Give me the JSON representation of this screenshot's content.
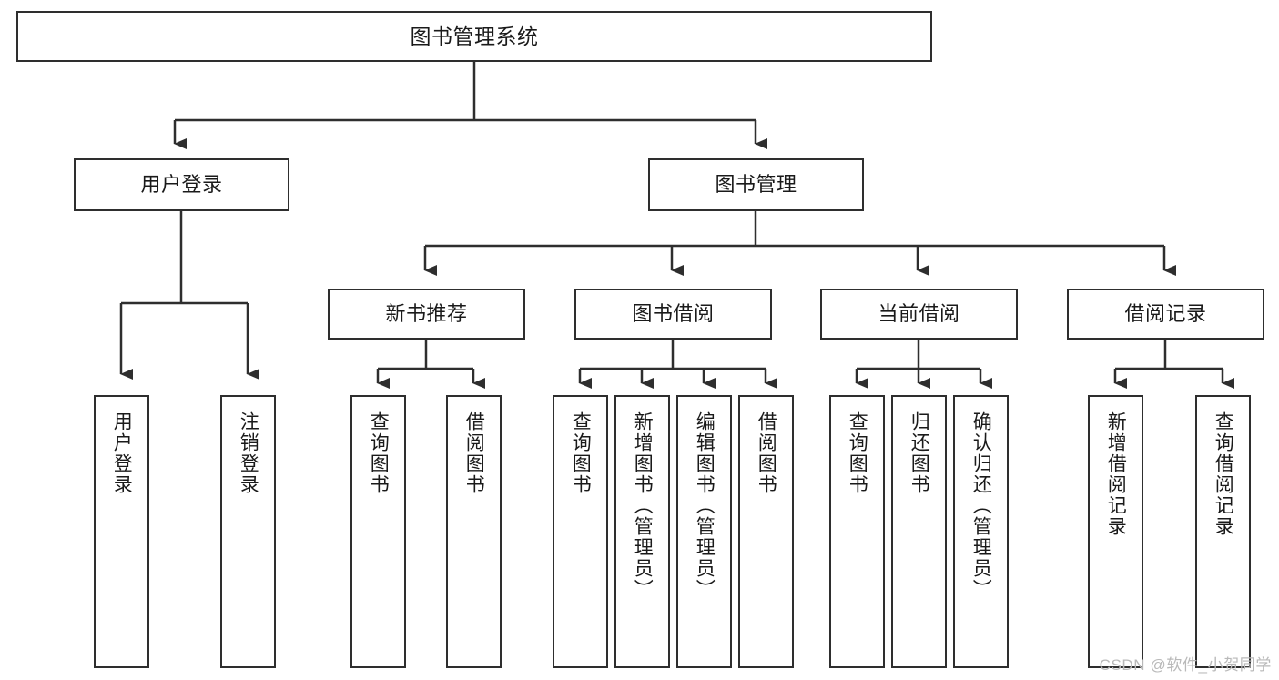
{
  "diagram": {
    "title": "图书管理系统",
    "type": "tree-hierarchy-diagram",
    "colors": {
      "box_border": "#2e2e2e",
      "box_fill": "#ffffff",
      "connector": "#2e2e2e",
      "background": "#ffffff",
      "watermark": "#b9b9b9"
    },
    "root": {
      "label": "图书管理系统"
    },
    "level2": [
      {
        "label": "用户登录"
      },
      {
        "label": "图书管理"
      }
    ],
    "level3": [
      {
        "label": "新书推荐"
      },
      {
        "label": "图书借阅"
      },
      {
        "label": "当前借阅"
      },
      {
        "label": "借阅记录"
      }
    ],
    "leaves": {
      "user_login": [
        {
          "label": "用户登录"
        },
        {
          "label": "注销登录"
        }
      ],
      "new_book_recommend": [
        {
          "label": "查询图书"
        },
        {
          "label": "借阅图书"
        }
      ],
      "book_borrow": [
        {
          "label": "查询图书"
        },
        {
          "label": "新增图书（管理员）"
        },
        {
          "label": "编辑图书（管理员）"
        },
        {
          "label": "借阅图书"
        }
      ],
      "current_borrow": [
        {
          "label": "查询图书"
        },
        {
          "label": "归还图书"
        },
        {
          "label": "确认归还（管理员）"
        }
      ],
      "borrow_record": [
        {
          "label": "新增借阅记录"
        },
        {
          "label": "查询借阅记录"
        }
      ]
    }
  },
  "watermark": {
    "text": "CSDN @软件_小贺同学"
  }
}
